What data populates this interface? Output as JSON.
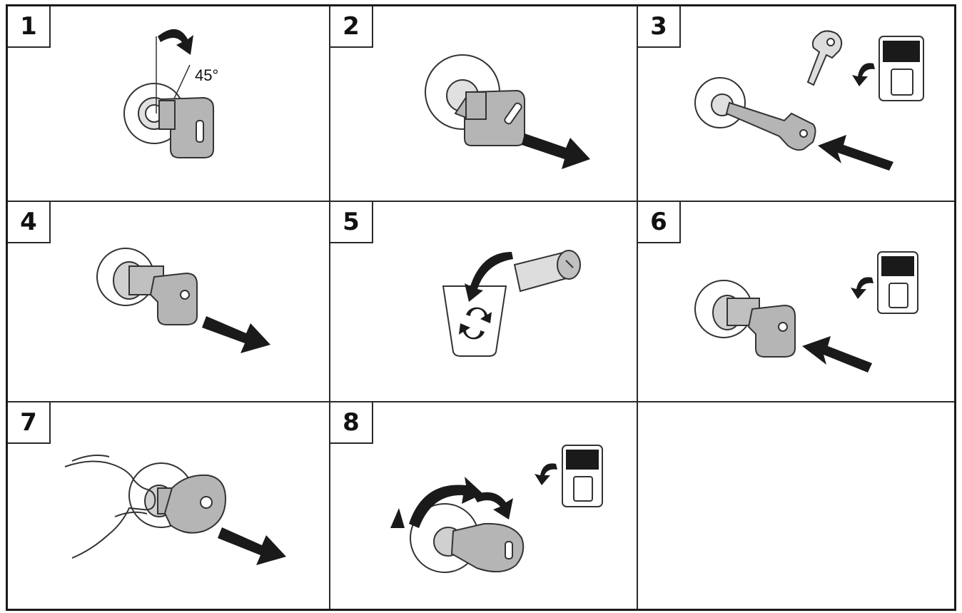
{
  "steps": [
    {
      "number": "1",
      "angle_label": "45°"
    },
    {
      "number": "2"
    },
    {
      "number": "3"
    },
    {
      "number": "4"
    },
    {
      "number": "5"
    },
    {
      "number": "6"
    },
    {
      "number": "7"
    },
    {
      "number": "8"
    }
  ],
  "icons": [
    "key-turn-icon",
    "key-remove-icon",
    "key-insert-icon",
    "cylinder-remove-icon",
    "recycle-bin-icon",
    "key-card-icon",
    "hand-icon",
    "key-rotate-icon"
  ],
  "colors": {
    "line": "#2a2a2a",
    "key_fill": "#b5b5b5",
    "arrow": "#1a1a1a",
    "card_dark": "#1a1a1a"
  }
}
